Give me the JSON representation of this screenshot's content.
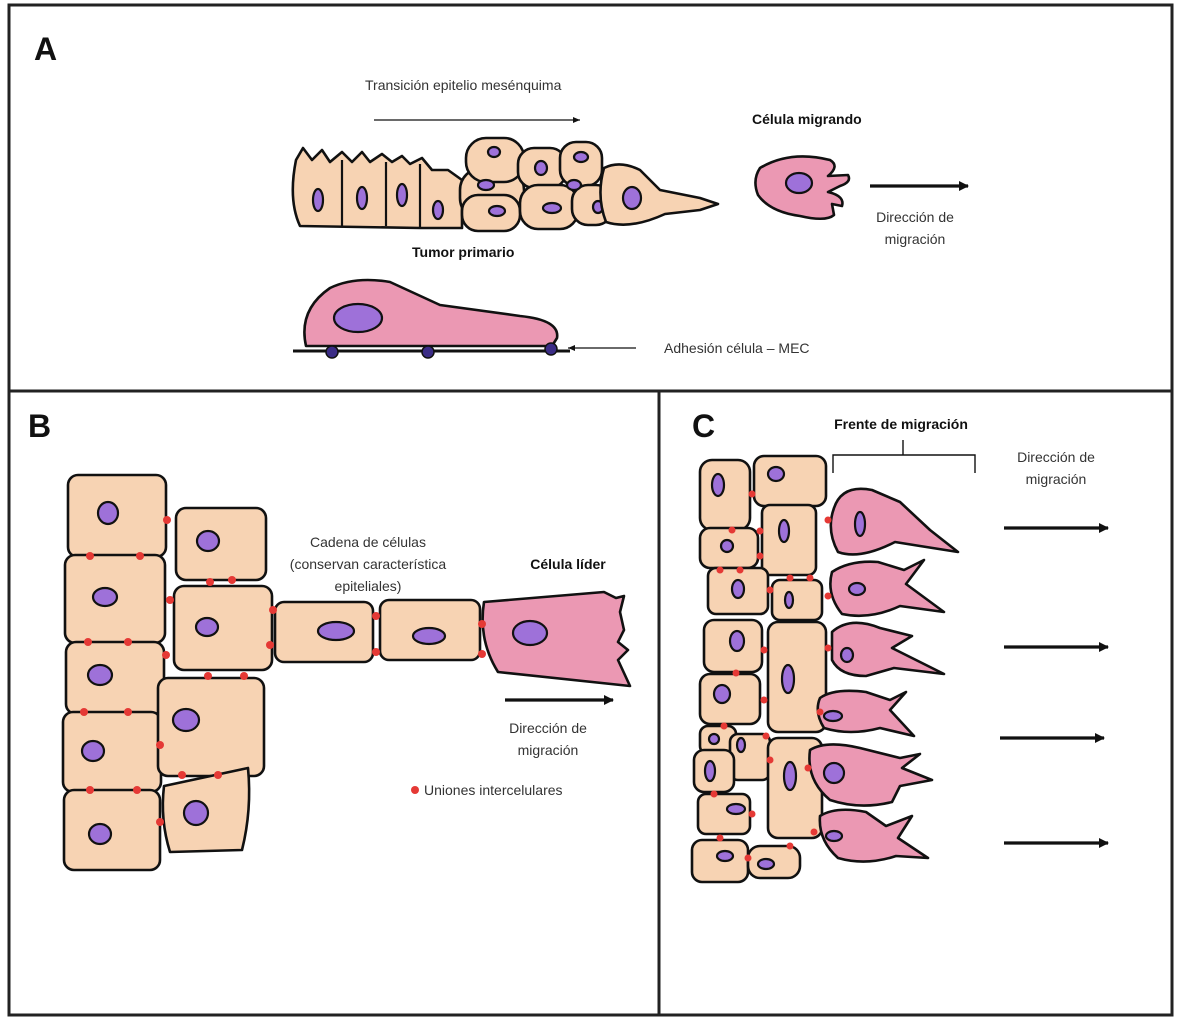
{
  "colors": {
    "epithelial_cell": "#F7D3B3",
    "migrating_cell": "#EB98B3",
    "nucleus": "#9E71D9",
    "junction": "#E53935",
    "adhesion": "#3B2C86",
    "border": "#222222"
  },
  "panel_a": {
    "letter": "A",
    "emt_label": "Transición epitelio mesénquima",
    "migrating_cell_label": "Célula migrando",
    "tumor_label": "Tumor primario",
    "direction_label_line1": "Dirección de",
    "direction_label_line2": "migración",
    "adhesion_label": "Adhesión célula – MEC"
  },
  "panel_b": {
    "letter": "B",
    "chain_label_line1": "Cadena de células",
    "chain_label_line2": "(conservan característica",
    "chain_label_line3": "epiteliales)",
    "leader_label": "Célula líder",
    "direction_label_line1": "Dirección de",
    "direction_label_line2": "migración",
    "junctions_legend": "Uniones intercelulares"
  },
  "panel_c": {
    "letter": "C",
    "front_label": "Frente de migración",
    "direction_label_line1": "Dirección de",
    "direction_label_line2": "migración"
  }
}
